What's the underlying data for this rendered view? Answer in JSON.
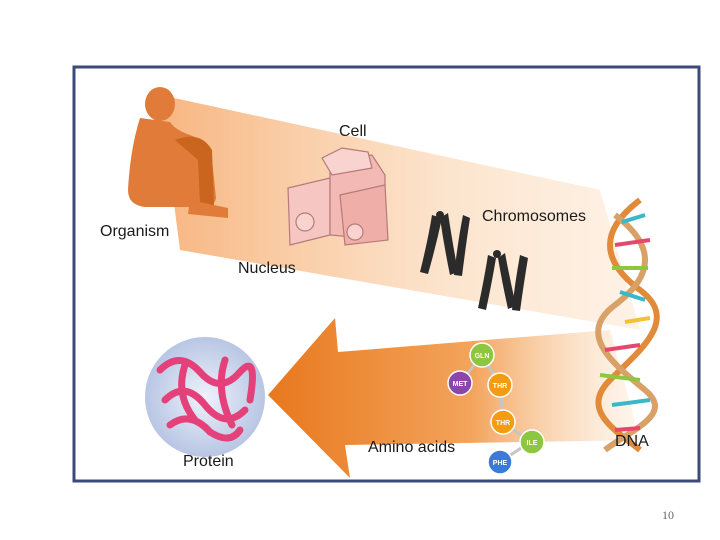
{
  "labels": {
    "cell": "Cell",
    "organism": "Organism",
    "chromosomes": "Chromosomes",
    "nucleus": "Nucleus",
    "protein": "Protein",
    "amino_acids": "Amino acids",
    "dna": "DNA"
  },
  "amino_acid_beads": [
    {
      "name": "GLN",
      "color": "#8dc63f"
    },
    {
      "name": "MET",
      "color": "#8e44ad"
    },
    {
      "name": "THR",
      "color": "#f39c12"
    },
    {
      "name": "THR",
      "color": "#f39c12"
    },
    {
      "name": "ILE",
      "color": "#8dc63f"
    },
    {
      "name": "PHE",
      "color": "#3a7bd5"
    }
  ],
  "colors": {
    "frame_border": "#3b4a7a",
    "arrow_orange": "#e8781e",
    "figure_orange": "#e07b39",
    "cell_pink": "#f2b9b5",
    "protein_pink": "#e4407a",
    "protein_bg": "#c9d4ea"
  },
  "page_number": "10"
}
